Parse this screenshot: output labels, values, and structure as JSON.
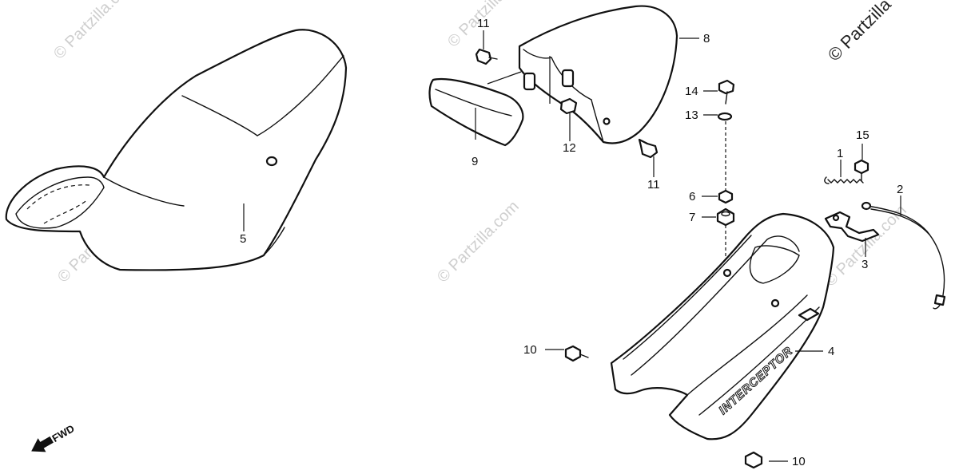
{
  "watermark_text": "© Partzilla.com",
  "watermark_corner": "© Partzilla",
  "fwd_label": "FWD",
  "brand_text": "INTERCEPTOR",
  "callouts": {
    "c1": "1",
    "c2": "2",
    "c3": "3",
    "c4": "4",
    "c5": "5",
    "c6": "6",
    "c7": "7",
    "c8": "8",
    "c9": "9",
    "c10a": "10",
    "c10b": "10",
    "c11a": "11",
    "c11b": "11",
    "c12": "12",
    "c13": "13",
    "c14": "14",
    "c15": "15"
  }
}
